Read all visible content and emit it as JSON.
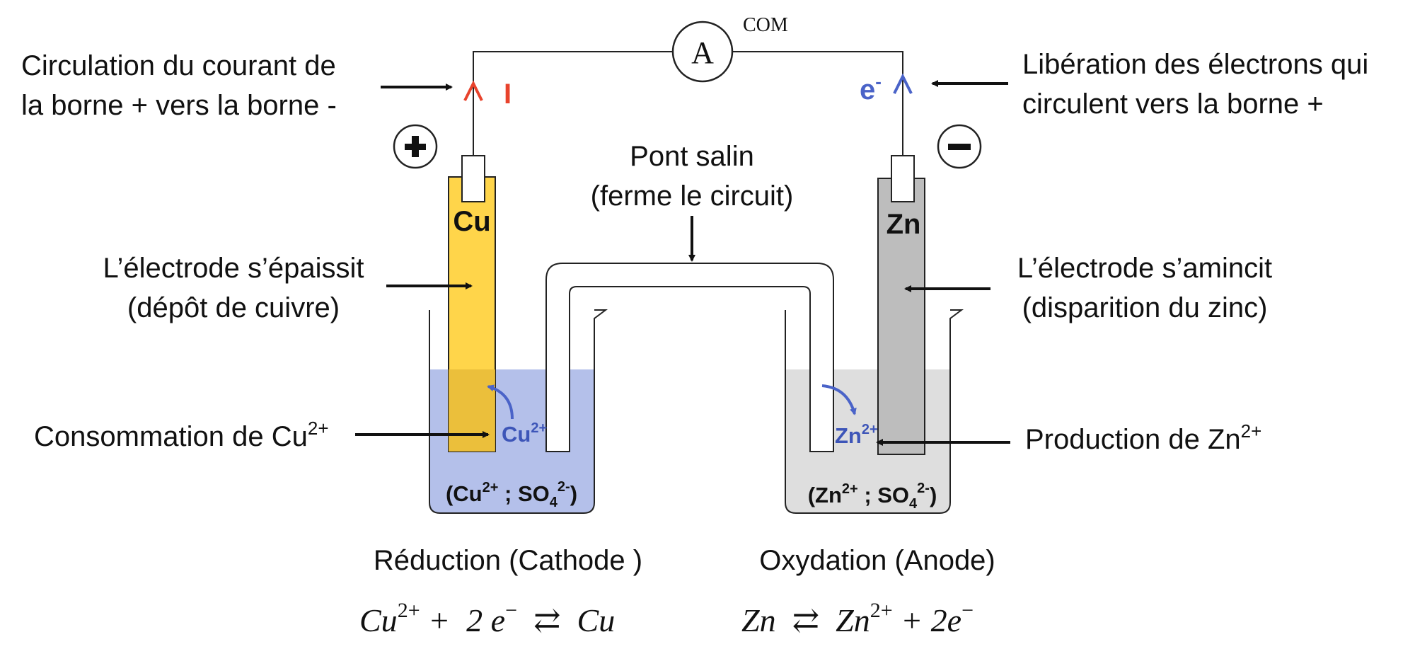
{
  "colors": {
    "copper": "#FFD54A",
    "zinc": "#BDBDBD",
    "cu_solution": "#B4C0EA",
    "zn_solution": "#DEDEDE",
    "current_arrow": "#E8432C",
    "electron_arrow": "#4A63C8",
    "wire": "#222222"
  },
  "icons": {
    "plus": "plus-circle-icon",
    "minus": "minus-circle-icon",
    "ammeter": "ammeter-A-circle"
  },
  "ammeter": {
    "symbol": "A",
    "terminal": "COM"
  },
  "current": {
    "symbol": "I",
    "label_line1": "Circulation du courant de",
    "label_line2": "la borne + vers la borne -"
  },
  "electrons": {
    "symbol": "e",
    "charge": "-",
    "label_line1": "Libération des électrons qui",
    "label_line2": "circulent vers la borne +"
  },
  "salt_bridge": {
    "line1": "Pont salin",
    "line2": "(ferme le circuit)"
  },
  "left_cell": {
    "electrode": "Cu",
    "electrode_note_line1": "L’électrode s’épaissit",
    "electrode_note_line2": "(dépôt de cuivre)",
    "ion_base": "Cu",
    "ion_charge": "2+",
    "ion_note": "Consommation de Cu",
    "solution": {
      "open": "(Cu",
      "charge": "2+",
      "sep": " ; SO",
      "sub": "4",
      "anion_charge": "2-",
      "close": ")"
    },
    "title": "Réduction (Cathode )",
    "equation": {
      "a": "Cu",
      "a_sup": "2+",
      "b": " +  2 e",
      "b_sup": "−",
      "c": "  ⇄  Cu"
    }
  },
  "right_cell": {
    "electrode": "Zn",
    "electrode_note_line1": "L’électrode s’amincit",
    "electrode_note_line2": "(disparition du zinc)",
    "ion_base": "Zn",
    "ion_charge": "2+",
    "ion_note": "Production de Zn",
    "solution": {
      "open": "(Zn",
      "charge": "2+",
      "sep": " ; SO",
      "sub": "4",
      "anion_charge": "2-",
      "close": ")"
    },
    "title": "Oxydation (Anode)",
    "equation": {
      "a": "Zn  ⇄  Zn",
      "a_sup": "2+",
      "b": " + 2e",
      "b_sup": "−"
    }
  }
}
